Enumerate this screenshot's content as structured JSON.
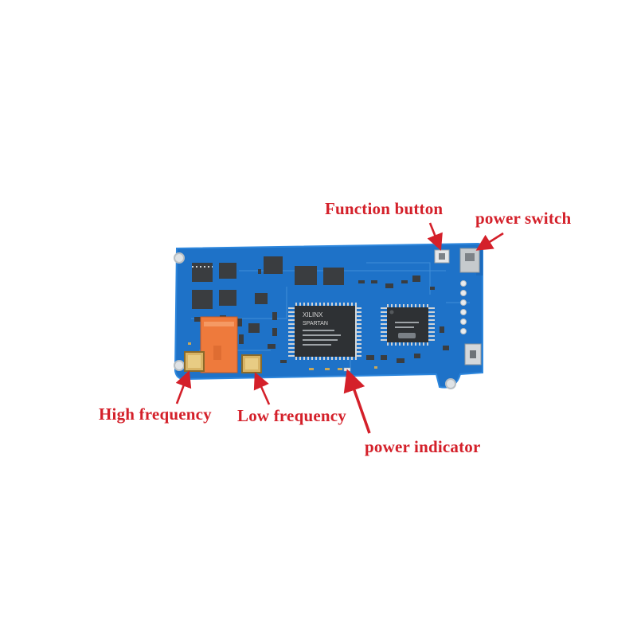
{
  "labels": {
    "function_button": "Function button",
    "power_switch": "power switch",
    "high_frequency": "High frequency",
    "low_frequency": "Low frequency",
    "power_indicator": "power indicator"
  },
  "chips": {
    "fpga_marking": "XILINX SPARTAN",
    "fpga_brand": "XILINX",
    "fpga_family": "SPARTAN"
  },
  "colors": {
    "background": "#ffffff",
    "pcb": "#1e72c8",
    "pcb_edge": "#2d86dc",
    "annotation": "#d4202a",
    "chip": "#3a3d40",
    "pad": "#c9a85a",
    "connector": "#ee7a3c"
  }
}
